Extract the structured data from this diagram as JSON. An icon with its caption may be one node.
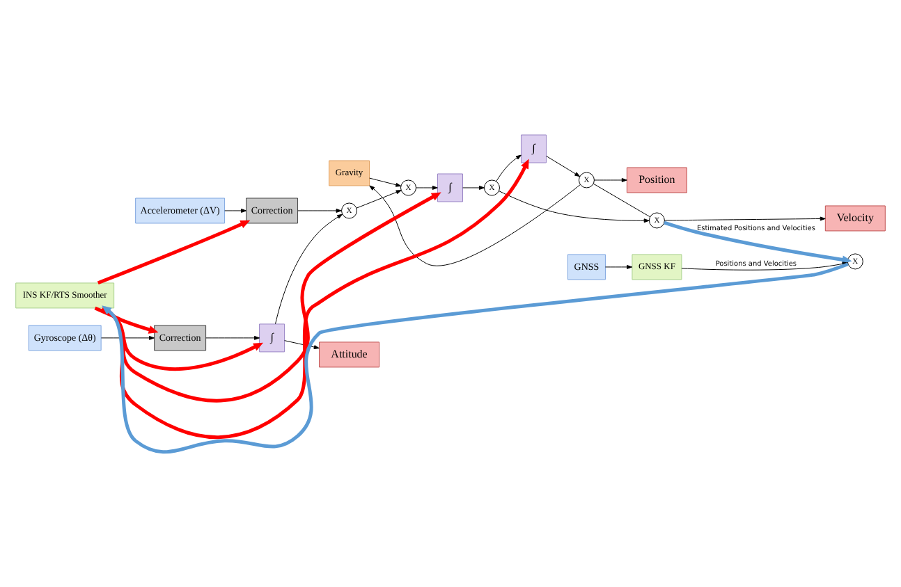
{
  "diagram": {
    "nodes": [
      {
        "text": [
          "Gravity"
        ]
      },
      {
        "text": [
          "Accelerometer (ΔV)"
        ]
      },
      {
        "text": [
          "Correction"
        ]
      },
      {
        "text": [
          "X"
        ]
      },
      {
        "text": [
          "X"
        ]
      },
      {
        "text": [
          "∫"
        ]
      },
      {
        "text": [
          "X"
        ]
      },
      {
        "text": [
          "∫"
        ]
      },
      {
        "text": [
          "X"
        ]
      },
      {
        "text": [
          "Position"
        ]
      },
      {
        "text": [
          "X"
        ]
      },
      {
        "text": [
          "Velocity"
        ]
      },
      {
        "text": [
          "Gyroscope (Δθ)"
        ]
      },
      {
        "text": [
          "Correction"
        ]
      },
      {
        "text": [
          "∫"
        ]
      },
      {
        "text": [
          "Attitude"
        ]
      },
      {
        "text": [
          "INS KF/RTS Smoother"
        ]
      },
      {
        "text": [
          "GNSS"
        ]
      },
      {
        "text": [
          "GNSS KF"
        ]
      },
      {
        "text": [
          "X"
        ]
      }
    ],
    "edges": [
      {
        "from": 1,
        "to": 2,
        "arrow": "to"
      },
      {
        "from": 2,
        "to": 3,
        "arrow": "to"
      },
      {
        "from": 3,
        "to": 4,
        "arrow": "to"
      },
      {
        "from": 0,
        "to": 4,
        "arrow": "to"
      },
      {
        "from": 4,
        "to": 5,
        "arrow": "to"
      },
      {
        "from": 5,
        "to": 6,
        "arrow": "to"
      },
      {
        "from": 6,
        "to": 7,
        "arrow": "to"
      },
      {
        "from": 7,
        "to": 8,
        "arrow": "to"
      },
      {
        "from": 8,
        "to": 9,
        "arrow": "to"
      },
      {
        "from": 8,
        "to": 0,
        "arrow": "to"
      },
      {
        "from": 8,
        "to": 10,
        "arrow": "none"
      },
      {
        "from": 6,
        "to": 10,
        "arrow": "to"
      },
      {
        "from": 10,
        "to": 11,
        "arrow": "to"
      },
      {
        "from": 12,
        "to": 13,
        "arrow": "to"
      },
      {
        "from": 13,
        "to": 14,
        "arrow": "to"
      },
      {
        "from": 14,
        "to": 3,
        "arrow": "to"
      },
      {
        "from": 14,
        "to": 15,
        "arrow": "to"
      },
      {
        "from": 16,
        "to": 2,
        "arrow": "to",
        "style": "thick",
        "color": "#ff0000"
      },
      {
        "from": 16,
        "to": 5,
        "arrow": "to",
        "style": "thick",
        "color": "#ff0000"
      },
      {
        "from": 16,
        "to": 7,
        "arrow": "to",
        "style": "thick",
        "color": "#ff0000"
      },
      {
        "from": 16,
        "to": 13,
        "arrow": "to",
        "style": "thick",
        "color": "#ff0000"
      },
      {
        "from": 16,
        "to": 14,
        "arrow": "to",
        "style": "thick",
        "color": "#ff0000"
      },
      {
        "from": 17,
        "to": 18,
        "arrow": "to"
      },
      {
        "from": 18,
        "to": 19,
        "arrow": "to",
        "label": "Positions and Velocities"
      },
      {
        "from": 10,
        "to": 19,
        "arrow": "to",
        "label": "Estimated Positions and Velocities",
        "style": "thick",
        "color": "#5b9bd5"
      },
      {
        "from": 19,
        "to": 16,
        "arrow": "to",
        "style": "thick",
        "color": "#5b9bd5"
      }
    ]
  }
}
